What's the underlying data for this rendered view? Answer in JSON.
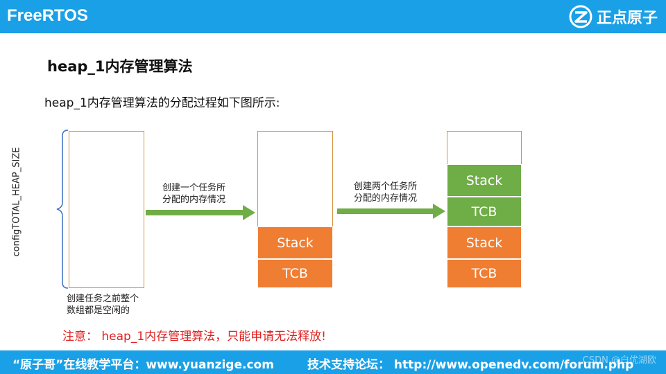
{
  "header": {
    "brand": "FreeRTOS",
    "logo_text": "正点原子"
  },
  "title": "heap_1内存管理算法",
  "subtitle": "heap_1内存管理算法的分配过程如下图所示:",
  "diagram": {
    "heap_size_label": "configTOTAL_HEAP_SIZE",
    "empty_note_line1": "创建任务之前整个",
    "empty_note_line2": "数组都是空闲的",
    "arrow1_line1": "创建一个任务所",
    "arrow1_line2": "分配的内存情况",
    "arrow2_line1": "创建两个任务所",
    "arrow2_line2": "分配的内存情况",
    "stack_label": "Stack",
    "tcb_label": "TCB",
    "colors": {
      "orange": "#ef7d32",
      "green": "#6fad46",
      "arrow": "#70ad47",
      "border": "#d58f3a"
    }
  },
  "warning": "注意： heap_1内存管理算法，只能申请无法释放!",
  "footer": {
    "platform": "“原子哥”在线教学平台：www.yuanzige.com",
    "forum": "技术支持论坛：  http://www.openedv.com/forum.php",
    "watermark": "CSDN @白优湖欧"
  }
}
